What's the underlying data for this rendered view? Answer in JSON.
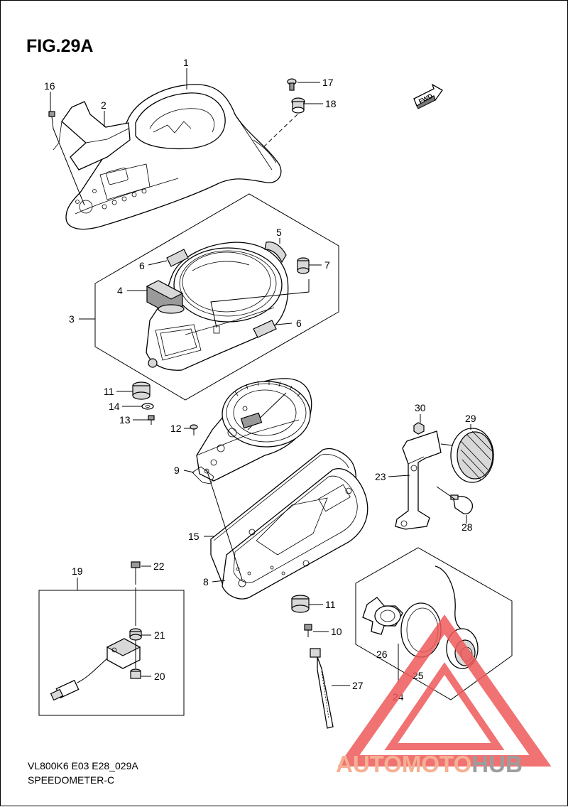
{
  "figure": {
    "title": "FIG.29A",
    "fwd_label": "FWD"
  },
  "footer": {
    "code": "VL800K6 E03 E28_029A",
    "name": "SPEEDOMETER-C"
  },
  "watermark": {
    "part1": "AUTOMOTO",
    "part2": "HUB",
    "color1": "#f4a380",
    "color2": "#8c8c8c",
    "triangle_color": "#ee5a5a"
  },
  "callouts": [
    {
      "id": "c1",
      "label": "1"
    },
    {
      "id": "c2",
      "label": "2"
    },
    {
      "id": "c3",
      "label": "3"
    },
    {
      "id": "c4",
      "label": "4"
    },
    {
      "id": "c5",
      "label": "5"
    },
    {
      "id": "c6a",
      "label": "6"
    },
    {
      "id": "c6b",
      "label": "6"
    },
    {
      "id": "c7",
      "label": "7"
    },
    {
      "id": "c8",
      "label": "8"
    },
    {
      "id": "c9",
      "label": "9"
    },
    {
      "id": "c10",
      "label": "10"
    },
    {
      "id": "c11a",
      "label": "11"
    },
    {
      "id": "c11b",
      "label": "11"
    },
    {
      "id": "c12",
      "label": "12"
    },
    {
      "id": "c13",
      "label": "13"
    },
    {
      "id": "c14",
      "label": "14"
    },
    {
      "id": "c15",
      "label": "15"
    },
    {
      "id": "c16",
      "label": "16"
    },
    {
      "id": "c17",
      "label": "17"
    },
    {
      "id": "c18",
      "label": "18"
    },
    {
      "id": "c19",
      "label": "19"
    },
    {
      "id": "c20",
      "label": "20"
    },
    {
      "id": "c21",
      "label": "21"
    },
    {
      "id": "c22",
      "label": "22"
    },
    {
      "id": "c23",
      "label": "23"
    },
    {
      "id": "c24",
      "label": "24"
    },
    {
      "id": "c25",
      "label": "25"
    },
    {
      "id": "c26",
      "label": "26"
    },
    {
      "id": "c27",
      "label": "27"
    },
    {
      "id": "c28",
      "label": "28"
    },
    {
      "id": "c29",
      "label": "29"
    },
    {
      "id": "c30",
      "label": "30"
    }
  ]
}
